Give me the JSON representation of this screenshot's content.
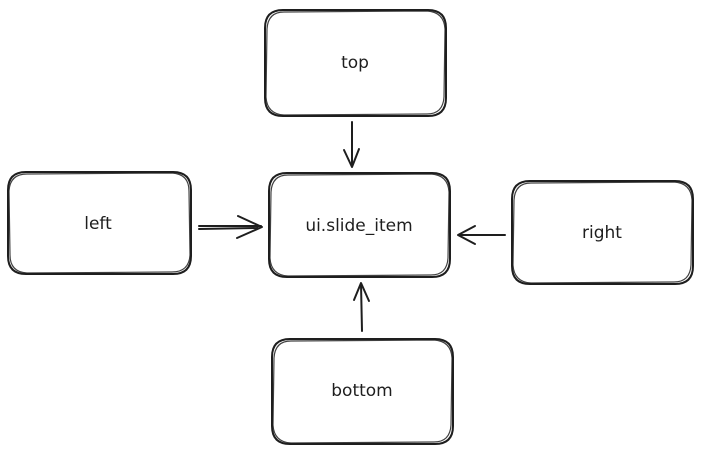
{
  "diagram": {
    "nodes": {
      "top": {
        "label": "top"
      },
      "left": {
        "label": "left"
      },
      "center": {
        "label": "ui.slide_item"
      },
      "right": {
        "label": "right"
      },
      "bottom": {
        "label": "bottom"
      }
    },
    "edges": [
      {
        "from": "top",
        "to": "center"
      },
      {
        "from": "left",
        "to": "center"
      },
      {
        "from": "right",
        "to": "center"
      },
      {
        "from": "bottom",
        "to": "center"
      }
    ]
  }
}
